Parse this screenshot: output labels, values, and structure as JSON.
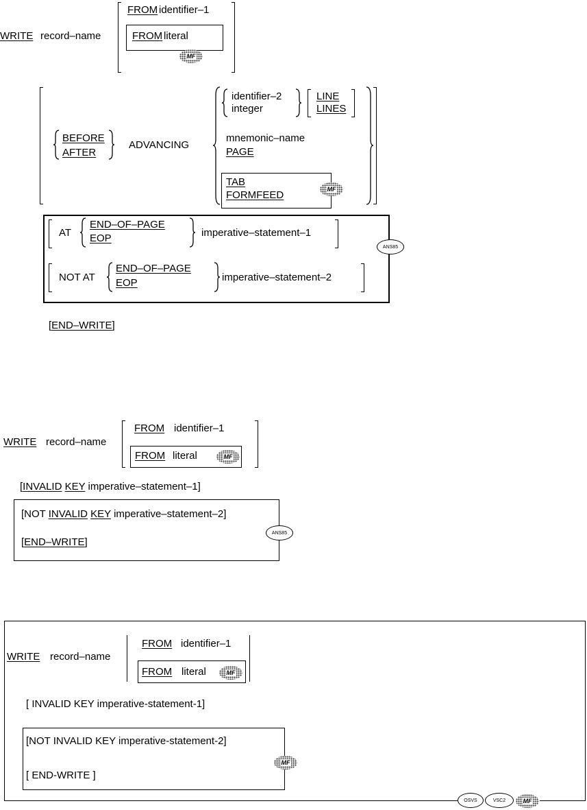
{
  "syntax1": {
    "write": "WRITE",
    "record_name": "record–name",
    "from_id_kw": "FROM",
    "from_id_arg": "identifier–1",
    "from_lit_kw": "FROM",
    "from_lit_arg": "literal",
    "before": "BEFORE",
    "after": "AFTER",
    "advancing": "ADVANCING",
    "identifier2": "identifier–2",
    "integer": "integer",
    "line": "LINE",
    "lines": "LINES",
    "mnemonic": "mnemonic–name",
    "page": "PAGE",
    "tab": "TAB",
    "formfeed": "FORMFEED",
    "at": "AT",
    "eop_long": "END–OF–PAGE",
    "eop_short": "EOP",
    "imp1": "imperative–statement–1",
    "not_at": "NOT AT",
    "eop_long2": "END–OF–PAGE",
    "eop_short2": "EOP",
    "imp2": "imperative–statement–2",
    "end_write": "END–WRITE",
    "ans_badge": "ANS85",
    "mf_badge": "MF"
  },
  "syntax2": {
    "write": "WRITE",
    "record_name": "record–name",
    "from_id_kw": "FROM",
    "from_id_arg": "identifier–1",
    "from_lit_kw": "FROM",
    "from_lit_arg": "literal",
    "invalid": "INVALID",
    "key": "KEY",
    "imp1": "imperative–statement–1",
    "not": "NOT",
    "invalid2": "INVALID",
    "key2": "KEY",
    "imp2": "imperative–statement–2",
    "end_write": "END–WRITE",
    "ans_badge": "ANS85",
    "mf_badge": "MF"
  },
  "syntax3": {
    "write": "WRITE",
    "record_name": "record–name",
    "from_id_kw": "FROM",
    "from_id_arg": "identifier–1",
    "from_lit_kw": "FROM",
    "from_lit_arg": "literal",
    "invalid_line": "[ INVALID KEY imperative-statement-1]",
    "not_invalid": "[NOT INVALID KEY imperative-statement-2]",
    "end_write": "[ END-WRITE ]",
    "mf_badge": "MF",
    "badges": [
      "OSVS",
      "VSC2",
      "MF"
    ]
  }
}
